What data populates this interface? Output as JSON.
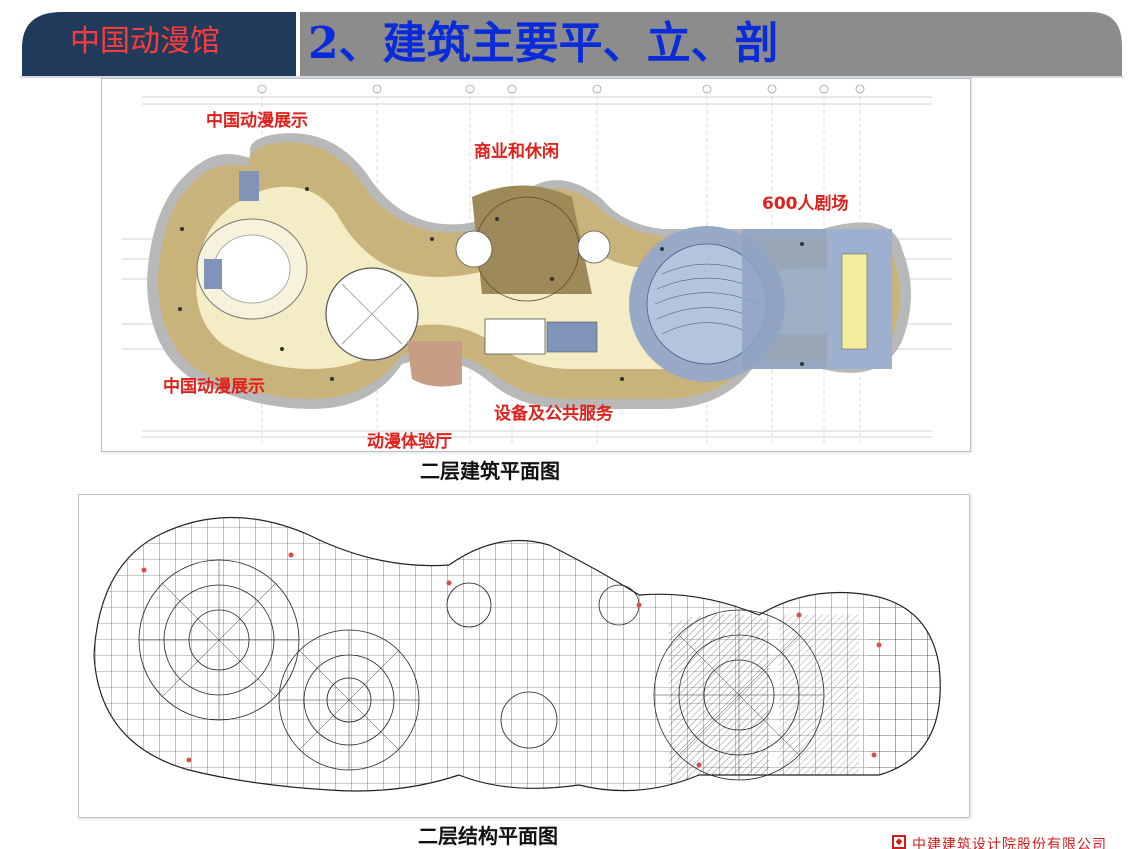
{
  "header": {
    "brand": "中国动漫馆",
    "title": "2、建筑主要平、立、剖"
  },
  "architectural_plan": {
    "caption": "二层建筑平面图",
    "zones": {
      "exhibit_top": "中国动漫展示",
      "commerce": "商业和休闲",
      "theater": "600人剧场",
      "exhibit_bottom": "中国动漫展示",
      "services": "设备及公共服务",
      "experience": "动漫体验厅"
    }
  },
  "structural_plan": {
    "caption": "二层结构平面图"
  },
  "footer": {
    "company": "中建建筑设计院股份有限公司"
  },
  "colors": {
    "header_dark": "#1f3a5a",
    "header_gray": "#8c8c8c",
    "brand_red": "#ff3b3b",
    "title_blue": "#0a2bd9",
    "label_red": "#e0201a"
  }
}
